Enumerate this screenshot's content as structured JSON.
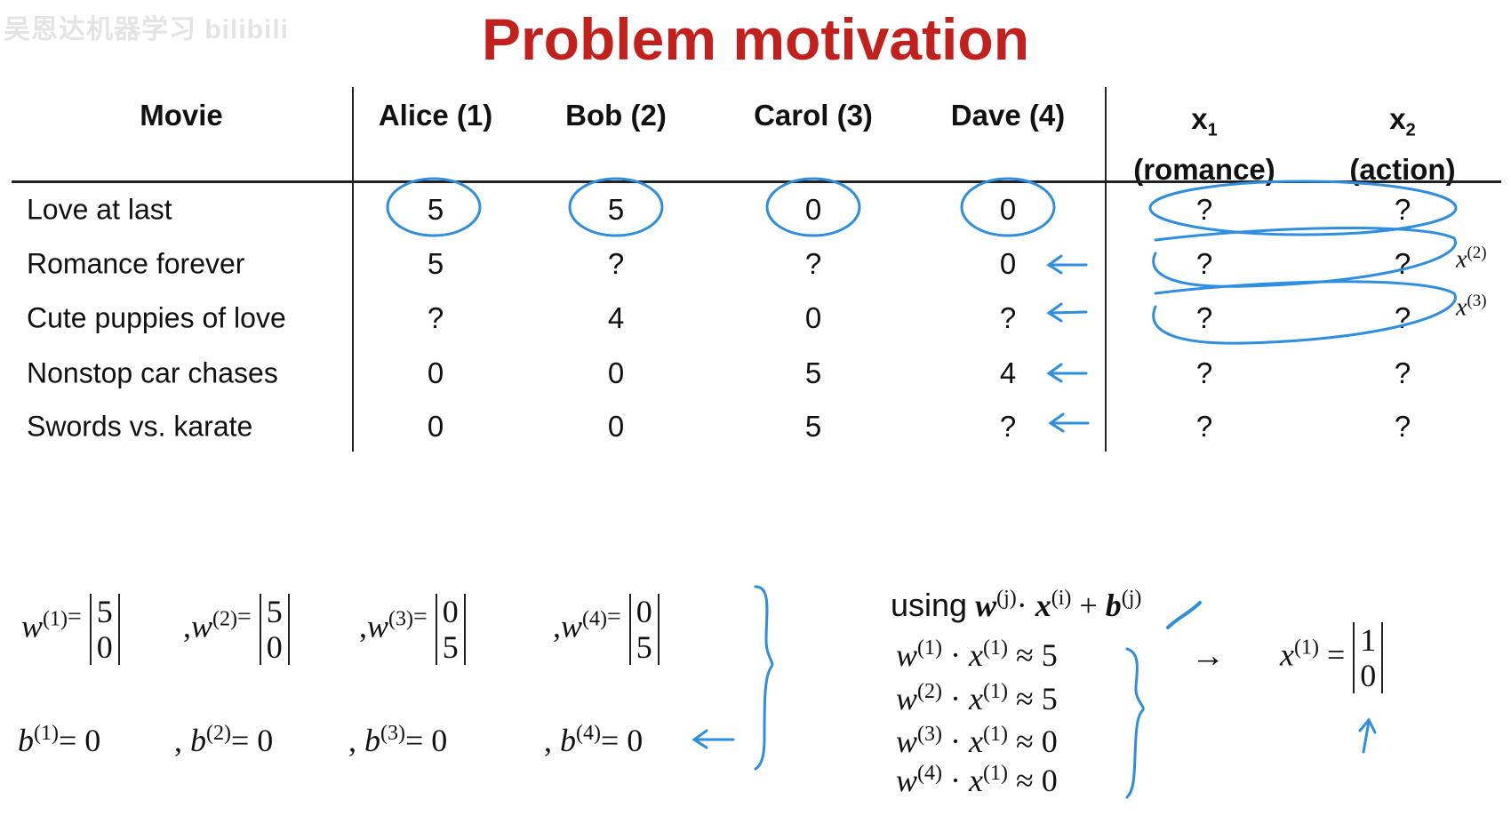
{
  "watermark": "吴恩达机器学习 bilibili",
  "title": "Problem motivation",
  "table": {
    "headers": [
      "Movie",
      "Alice (1)",
      "Bob (2)",
      "Carol (3)",
      "Dave (4)"
    ],
    "feature_headers": [
      {
        "name": "x",
        "sub": "1",
        "label": "(romance)"
      },
      {
        "name": "x",
        "sub": "2",
        "label": "(action)"
      }
    ],
    "rows": [
      {
        "movie": "Love at last",
        "ratings": [
          "5",
          "5",
          "0",
          "0"
        ],
        "features": [
          "?",
          "?"
        ]
      },
      {
        "movie": "Romance forever",
        "ratings": [
          "5",
          "?",
          "?",
          "0"
        ],
        "features": [
          "?",
          "?"
        ]
      },
      {
        "movie": "Cute puppies of love",
        "ratings": [
          "?",
          "4",
          "0",
          "?"
        ],
        "features": [
          "?",
          "?"
        ]
      },
      {
        "movie": "Nonstop car chases",
        "ratings": [
          "0",
          "0",
          "5",
          "4"
        ],
        "features": [
          "?",
          "?"
        ]
      },
      {
        "movie": "Swords vs. karate",
        "ratings": [
          "0",
          "0",
          "5",
          "?"
        ],
        "features": [
          "?",
          "?"
        ]
      }
    ],
    "row_annotations": [
      {
        "base": "x",
        "sup": "(2)"
      },
      {
        "base": "x",
        "sup": "(3)"
      }
    ]
  },
  "params": {
    "w": [
      {
        "sym": "w",
        "sup": "(1)",
        "vec": [
          "5",
          "0"
        ]
      },
      {
        "sym": "w",
        "sup": "(2)",
        "vec": [
          "5",
          "0"
        ]
      },
      {
        "sym": "w",
        "sup": "(3)",
        "vec": [
          "0",
          "5"
        ]
      },
      {
        "sym": "w",
        "sup": "(4)",
        "vec": [
          "0",
          "5"
        ]
      }
    ],
    "b": [
      {
        "sym": "b",
        "sup": "(1)",
        "val": "0"
      },
      {
        "sym": "b",
        "sup": "(2)",
        "val": "0"
      },
      {
        "sym": "b",
        "sup": "(3)",
        "val": "0"
      },
      {
        "sym": "b",
        "sup": "(4)",
        "val": "0"
      }
    ],
    "comma": ",",
    "equals": "=",
    "equals_tight": "="
  },
  "derivation": {
    "using_label": "using",
    "formula": {
      "w": "w",
      "w_sup": "(j)",
      "dot": "·",
      "x": "x",
      "x_sup": "(i)",
      "plus": "+",
      "b": "b",
      "b_sup": "(j)"
    },
    "equations": [
      {
        "w_sup": "(1)",
        "x_sup": "(1)",
        "approx": "≈",
        "val": "5"
      },
      {
        "w_sup": "(2)",
        "x_sup": "(1)",
        "approx": "≈",
        "val": "5"
      },
      {
        "w_sup": "(3)",
        "x_sup": "(1)",
        "approx": "≈",
        "val": "0"
      },
      {
        "w_sup": "(4)",
        "x_sup": "(1)",
        "approx": "≈",
        "val": "0"
      }
    ],
    "arrow": "→",
    "result": {
      "sym": "x",
      "sup": "(1)",
      "equals": "=",
      "vec": [
        "1",
        "0"
      ]
    }
  },
  "colors": {
    "title": "#c1201c",
    "annotation": "#2f8ee0",
    "text": "#111111"
  }
}
